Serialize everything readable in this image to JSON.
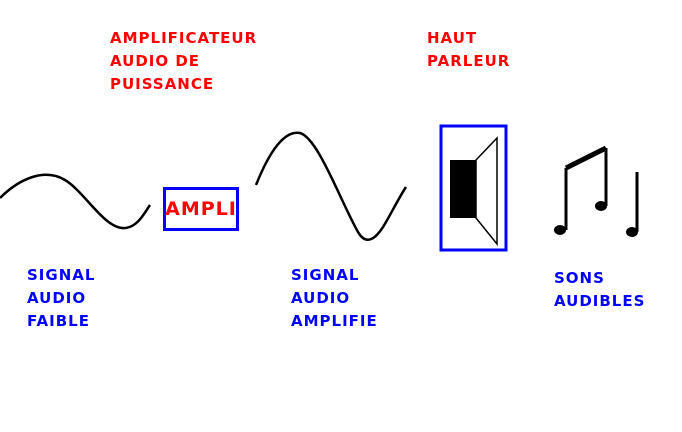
{
  "colors": {
    "title_red": "#ff0000",
    "label_blue": "#0000ff",
    "stroke_black": "#000000"
  },
  "amplifier": {
    "title_lines": [
      "AMPLIFICATEUR",
      "AUDIO DE",
      "PUISSANCE"
    ],
    "box_label": "AMPLI"
  },
  "speaker": {
    "title_lines": [
      "HAUT",
      "PARLEUR"
    ],
    "icon": "loudspeaker-icon"
  },
  "input_signal": {
    "label_lines": [
      "SIGNAL",
      "AUDIO",
      "FAIBLE"
    ]
  },
  "output_signal": {
    "label_lines": [
      "SIGNAL",
      "AUDIO",
      "AMPLIFIE"
    ]
  },
  "sounds": {
    "label_lines": [
      "SONS",
      "AUDIBLES"
    ],
    "icon": "music-notes-icon"
  }
}
